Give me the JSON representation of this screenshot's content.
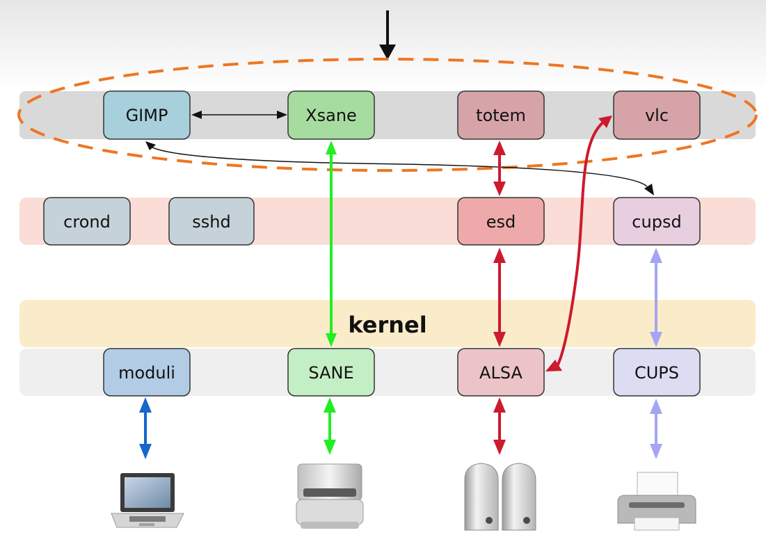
{
  "boxes": {
    "gimp": "GIMP",
    "xsane": "Xsane",
    "totem": "totem",
    "vlc": "vlc",
    "crond": "crond",
    "sshd": "sshd",
    "esd": "esd",
    "cupsd": "cupsd",
    "moduli": "moduli",
    "sane": "SANE",
    "alsa": "ALSA",
    "cups": "CUPS"
  },
  "kernel_label": "kernel",
  "devices": [
    "laptop",
    "scanner",
    "speakers",
    "printer"
  ],
  "colors": {
    "applications_band": "#d9d9d9",
    "daemons_band": "#f9ddd6",
    "kernel_band": "#fbecc9",
    "drivers_band": "#efefef",
    "ellipse": "#ee7622",
    "gimp": "#a8cfdc",
    "xsane": "#a7dca0",
    "totem": "#d6a4a8",
    "vlc": "#d6a4a8",
    "crond": "#c6d2d9",
    "sshd": "#c6d2d9",
    "esd": "#eeaaaa",
    "cupsd": "#e8cfe0",
    "moduli": "#b3cce6",
    "sane": "#c4eec3",
    "alsa": "#ecc4c8",
    "cups": "#dcdcf2",
    "arrow_black": "#111111",
    "arrow_green": "#22ee22",
    "arrow_red": "#cc1a2e",
    "arrow_lavender": "#a5a5f5",
    "arrow_blue": "#1666cc"
  }
}
